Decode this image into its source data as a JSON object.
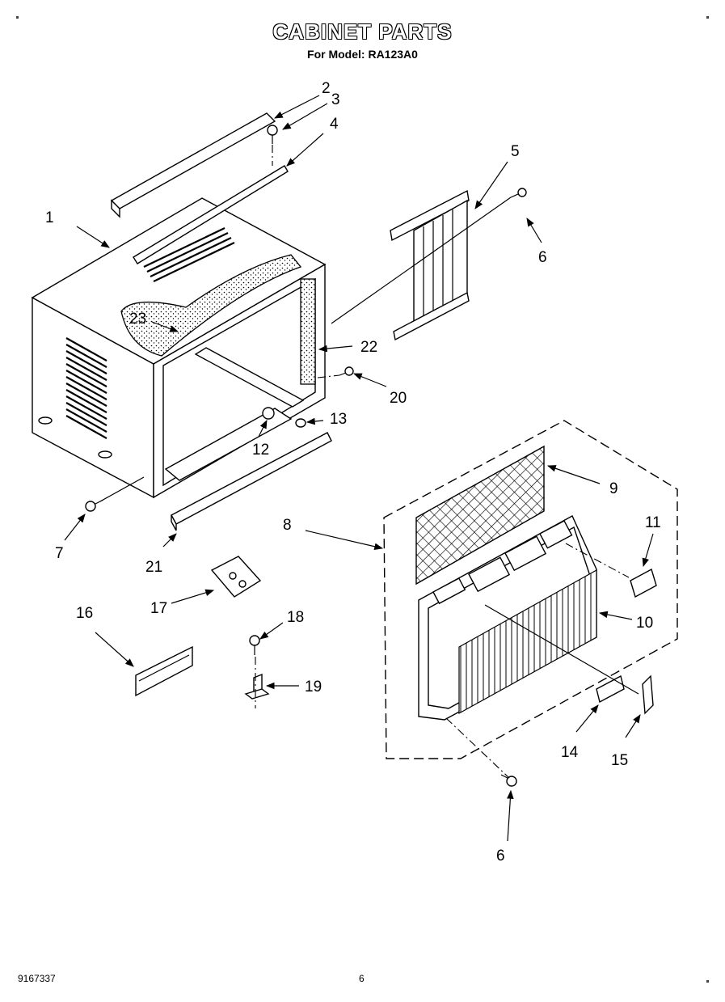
{
  "title": "CABINET PARTS",
  "subtitle": "For Model: RA123A0",
  "footer": {
    "doc_number": "9167337",
    "page": "6"
  },
  "callouts": {
    "c1": "1",
    "c2": "2",
    "c3": "3",
    "c4": "4",
    "c5": "5",
    "c6a": "6",
    "c6b": "6",
    "c7": "7",
    "c8": "8",
    "c9": "9",
    "c10": "10",
    "c11": "11",
    "c12": "12",
    "c13": "13",
    "c14": "14",
    "c15": "15",
    "c16": "16",
    "c17": "17",
    "c18": "18",
    "c19": "19",
    "c20": "20",
    "c21": "21",
    "c22": "22",
    "c23": "23"
  }
}
